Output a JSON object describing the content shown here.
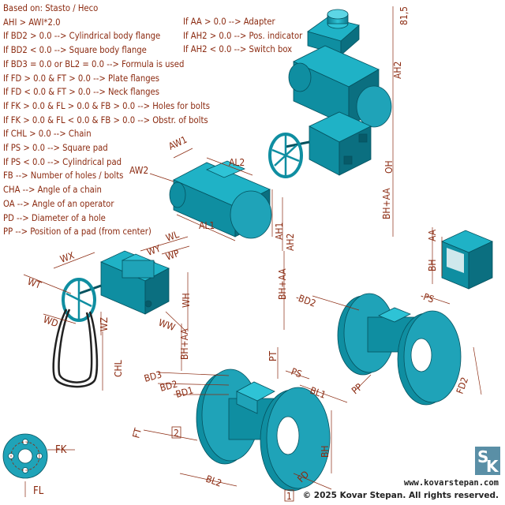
{
  "legend": {
    "left": [
      "Based on: Stasto / Heco",
      "AHI > AWI*2.0",
      "If BD2 > 0.0 --> Cylindrical body flange",
      "If BD2 < 0.0 --> Square body flange",
      "If BD3 = 0.0 or BL2 = 0.0 --> Formula is used",
      "If FD > 0.0 & FT > 0.0 --> Plate flanges",
      "If FD < 0.0 & FT > 0.0 --> Neck flanges",
      "If FK > 0.0 & FL > 0.0 & FB > 0.0 --> Holes for bolts",
      "If FK > 0.0 & FL < 0.0 & FB > 0.0 --> Obstr. of bolts",
      "If CHL > 0.0 --> Chain",
      "If PS > 0.0 --> Square pad",
      "If PS < 0.0 --> Cylindrical pad",
      "FB --> Number of holes / bolts",
      "CHA --> Angle of a chain",
      "OA --> Angle of an operator",
      "PD --> Diameter of a hole",
      "PP --> Position of a pad (from center)"
    ],
    "right": [
      "If AA > 0.0 --> Adapter",
      "If AH2 > 0.0 --> Pos. indicator",
      "If AH2 < 0.0 --> Switch box"
    ]
  },
  "dims": {
    "d815": "81,5",
    "ah2_top": "AH2",
    "oh": "OH",
    "bhaa_top": "BH+AA",
    "aw1": "AW1",
    "aw2": "AW2",
    "al2": "AL2",
    "al1": "AL1",
    "ah1": "AH1",
    "ah2_mid": "AH2",
    "bhaa_mid": "BH+AA",
    "aa": "AA",
    "bh_pad": "BH",
    "wx": "WX",
    "wl": "WL",
    "wy": "WY",
    "wp": "WP",
    "wt": "WT",
    "wh": "WH",
    "wd": "WD",
    "wz": "WZ",
    "ww": "WW",
    "bhaa_left": "BH+AA",
    "chl": "CHL",
    "bd2_right": "-BD2",
    "ps_right": "-PS",
    "pp": "PP",
    "fd2": "FD2",
    "pt": "PT",
    "ps": "PS",
    "bd3": "BD3",
    "bd2": "BD2",
    "bd1": "BD1",
    "bl1": "BL1",
    "ft": "FT",
    "bl2": "BL2",
    "bh": "BH",
    "fd": "FD",
    "fk": "FK",
    "fl": "FL",
    "n1": "1",
    "n2": "2"
  },
  "footer": {
    "url": "www.kovarstepan.com",
    "copyright": "© 2025 Kovar Stepan. All rights reserved."
  },
  "logo": {
    "letters": [
      "S",
      "K"
    ]
  },
  "colors": {
    "body": "#1fa3b8",
    "body_dark": "#0f7f92",
    "dim": "#8b2a10",
    "chain": "#222222"
  }
}
